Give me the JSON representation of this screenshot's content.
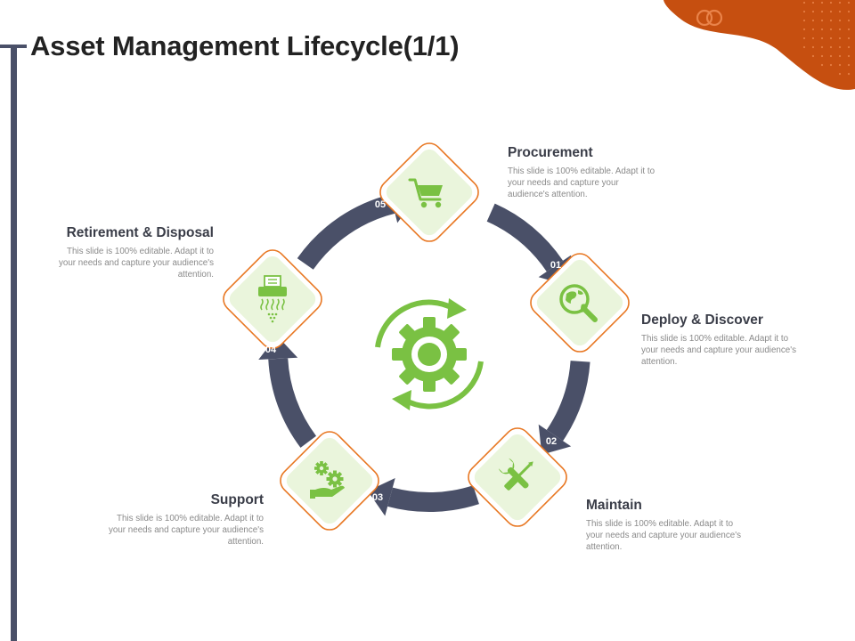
{
  "title": "Asset Management Lifecycle(1/1)",
  "colors": {
    "ring": "#4a5068",
    "accent": "#e87722",
    "node_fill": "#eaf5dc",
    "icon": "#7ac143",
    "blob": "#c64f10",
    "rule": "#4a5068"
  },
  "center": {
    "icon": "gear-cycle-icon"
  },
  "stages": [
    {
      "number": "01",
      "title": "Deploy & Discover",
      "body": "This slide is 100% editable. Adapt it to your needs and capture your audience's attention.",
      "icon": "globe-search-icon"
    },
    {
      "number": "02",
      "title": "Maintain",
      "body": "This slide is 100% editable. Adapt it to your needs and capture your audience's attention.",
      "icon": "tools-icon"
    },
    {
      "number": "03",
      "title": "Support",
      "body": "This slide is 100% editable. Adapt it to your needs and capture your audience's attention.",
      "icon": "hand-gears-icon"
    },
    {
      "number": "04",
      "title": "Retirement & Disposal",
      "body": "This slide is 100% editable. Adapt it to your needs and capture your audience's attention.",
      "icon": "shredder-icon"
    },
    {
      "number": "05",
      "title": "Procurement",
      "body": "This slide is 100% editable. Adapt it to your needs and capture your audience's attention.",
      "icon": "shopping-cart-icon"
    }
  ]
}
